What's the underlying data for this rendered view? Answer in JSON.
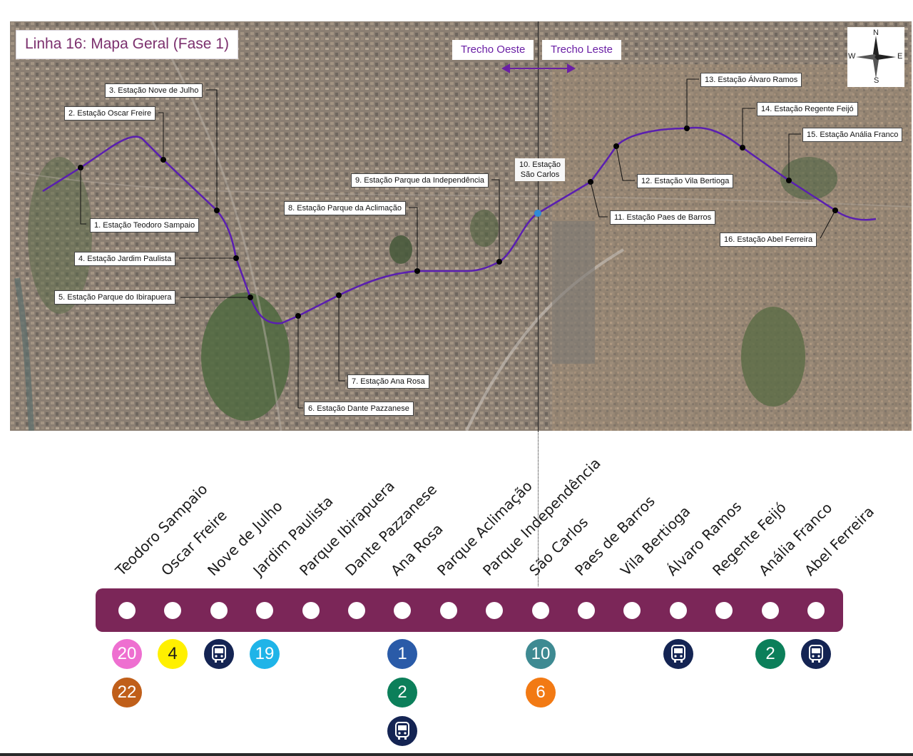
{
  "map": {
    "title": "Linha 16: Mapa Geral (Fase 1)",
    "trecho_oeste": "Trecho Oeste",
    "trecho_leste": "Trecho Leste",
    "compass": {
      "n": "N",
      "s": "S",
      "e": "E",
      "w": "W"
    },
    "line_color": "#5a1fb0",
    "labels": [
      "1. Estação Teodoro Sampaio",
      "2. Estação Oscar Freire",
      "3. Estação Nove de Julho",
      "4. Estação Jardim Paulista",
      "5. Estação Parque do Ibirapuera",
      "6. Estação Dante Pazzanese",
      "7. Estação Ana Rosa",
      "8. Estação Parque da Aclimação",
      "9. Estação Parque da Independência",
      "10. Estação São Carlos",
      "11. Estação Paes de Barros",
      "12. Estação Vila Bertioga",
      "13. Estação Álvaro Ramos",
      "14. Estação Regente Feijó",
      "15. Estação Anália Franco",
      "16. Estação Abel Ferreira"
    ]
  },
  "diagram": {
    "bar_color": "#7b2658",
    "stations": [
      "Teodoro Sampaio",
      "Oscar Freire",
      "Nove de Julho",
      "Jardim Paulista",
      "Parque Ibirapuera",
      "Dante Pazzanese",
      "Ana Rosa",
      "Parque Aclimação",
      "Parque Independência",
      "São Carlos",
      "Paes de Barros",
      "Vila Bertioga",
      "Álvaro  Ramos",
      "Regente Feijó",
      "Anália Franco",
      "Abel Ferreira"
    ],
    "connections": [
      [
        {
          "type": "line",
          "label": "20",
          "color": "#ee6fd0",
          "text_color": "#ffffff"
        },
        {
          "type": "line",
          "label": "22",
          "color": "#c05f1a",
          "text_color": "#ffffff"
        }
      ],
      [
        {
          "type": "line",
          "label": "4",
          "color": "#fff000",
          "text_color": "#1b1b1b"
        }
      ],
      [
        {
          "type": "bus",
          "icon": "bus-icon",
          "color": "#142453"
        }
      ],
      [
        {
          "type": "line",
          "label": "19",
          "color": "#1fb4e8",
          "text_color": "#ffffff"
        }
      ],
      [],
      [],
      [
        {
          "type": "line",
          "label": "1",
          "color": "#2a5ba8",
          "text_color": "#ffffff"
        },
        {
          "type": "line",
          "label": "2",
          "color": "#0c7f5a",
          "text_color": "#ffffff"
        },
        {
          "type": "bus",
          "icon": "bus-icon",
          "color": "#142453"
        }
      ],
      [],
      [],
      [
        {
          "type": "line",
          "label": "10",
          "color": "#3e8a92",
          "text_color": "#ffffff"
        },
        {
          "type": "line",
          "label": "6",
          "color": "#f27a14",
          "text_color": "#ffffff"
        }
      ],
      [],
      [],
      [
        {
          "type": "bus",
          "icon": "bus-icon",
          "color": "#142453"
        }
      ],
      [],
      [
        {
          "type": "line",
          "label": "2",
          "color": "#0c7f5a",
          "text_color": "#ffffff"
        }
      ],
      [
        {
          "type": "bus",
          "icon": "bus-icon",
          "color": "#142453"
        }
      ]
    ]
  }
}
